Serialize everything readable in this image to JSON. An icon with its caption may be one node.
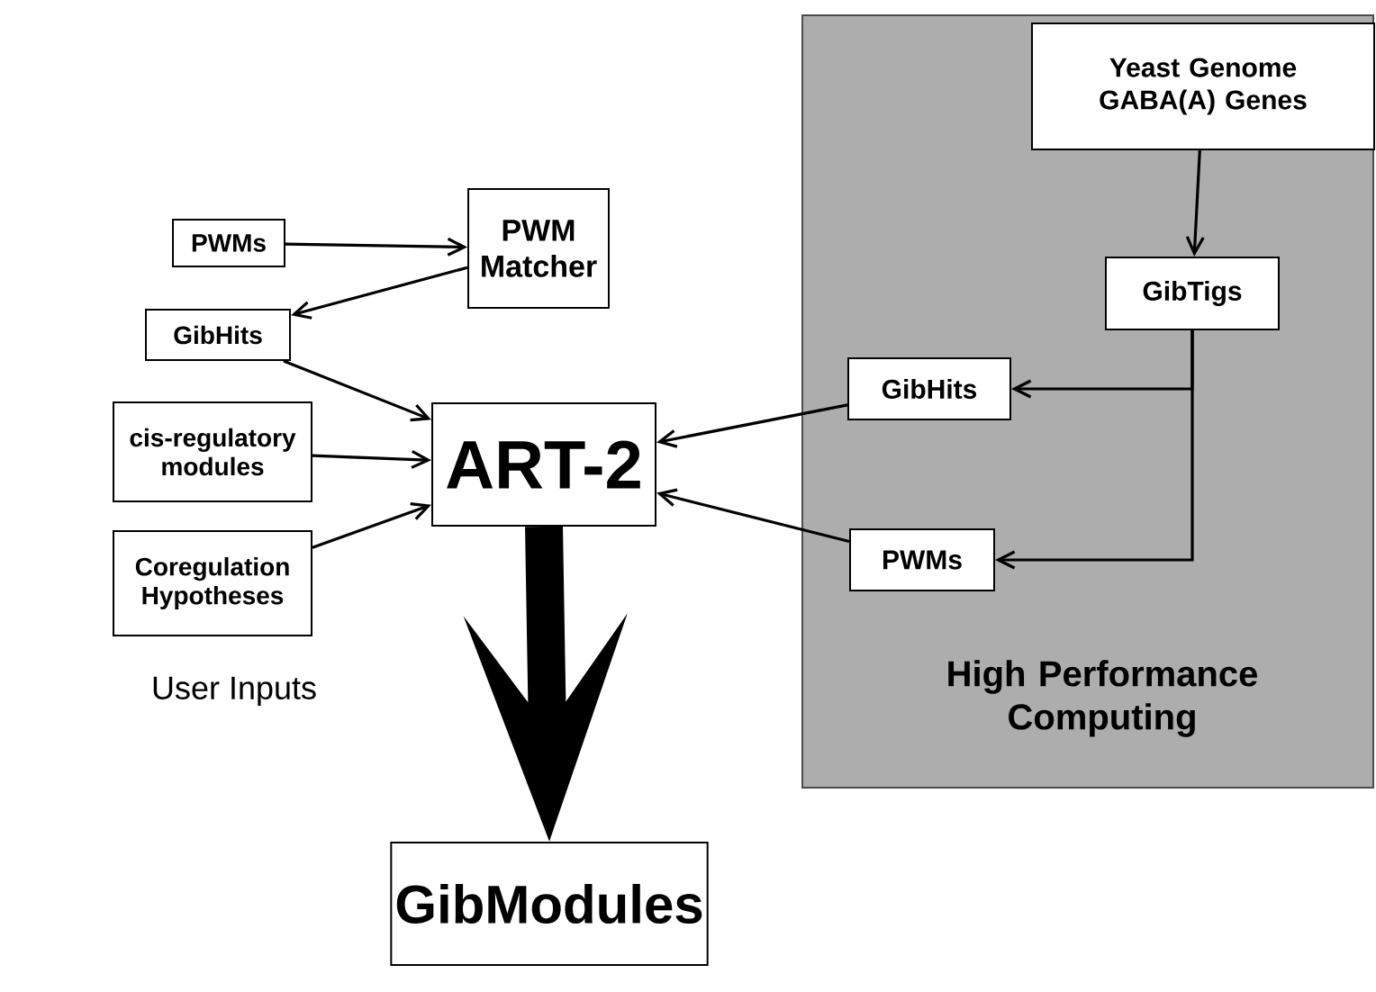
{
  "diagram": {
    "nodes": [
      {
        "text": [
          "PWMs"
        ]
      },
      {
        "text": [
          "PWM Matcher"
        ]
      },
      {
        "text": [
          "GibHits"
        ]
      },
      {
        "text": [
          "cis-regulatory modules"
        ]
      },
      {
        "text": [
          "Coregulation Hypotheses"
        ]
      },
      {
        "text": [
          "ART-2"
        ]
      },
      {
        "text": [
          "GibModules"
        ]
      },
      {
        "text": [
          "High Performance Computing"
        ]
      },
      {
        "text": [
          "Yeast Genome GABA(A) Genes"
        ],
        "in": 7
      },
      {
        "text": [
          "GibTigs"
        ],
        "in": 7
      },
      {
        "text": [
          "GibHits"
        ],
        "in": 7
      },
      {
        "text": [
          "PWMs"
        ],
        "in": 7
      }
    ],
    "edges": [
      {
        "from": 0,
        "to": 1,
        "arrow": "to"
      },
      {
        "from": 1,
        "to": 2,
        "arrow": "to"
      },
      {
        "from": 2,
        "to": 5,
        "arrow": "to"
      },
      {
        "from": 3,
        "to": 5,
        "arrow": "to"
      },
      {
        "from": 4,
        "to": 5,
        "arrow": "to"
      },
      {
        "from": 5,
        "to": 6,
        "arrow": "to",
        "style": "thick"
      },
      {
        "from": 8,
        "to": 9,
        "arrow": "to"
      },
      {
        "from": 9,
        "to": 10,
        "arrow": "to"
      },
      {
        "from": 9,
        "to": 11,
        "arrow": "to"
      },
      {
        "from": 10,
        "to": 5,
        "arrow": "to"
      },
      {
        "from": 11,
        "to": 5,
        "arrow": "to"
      }
    ],
    "labels": [
      "User Inputs"
    ]
  }
}
